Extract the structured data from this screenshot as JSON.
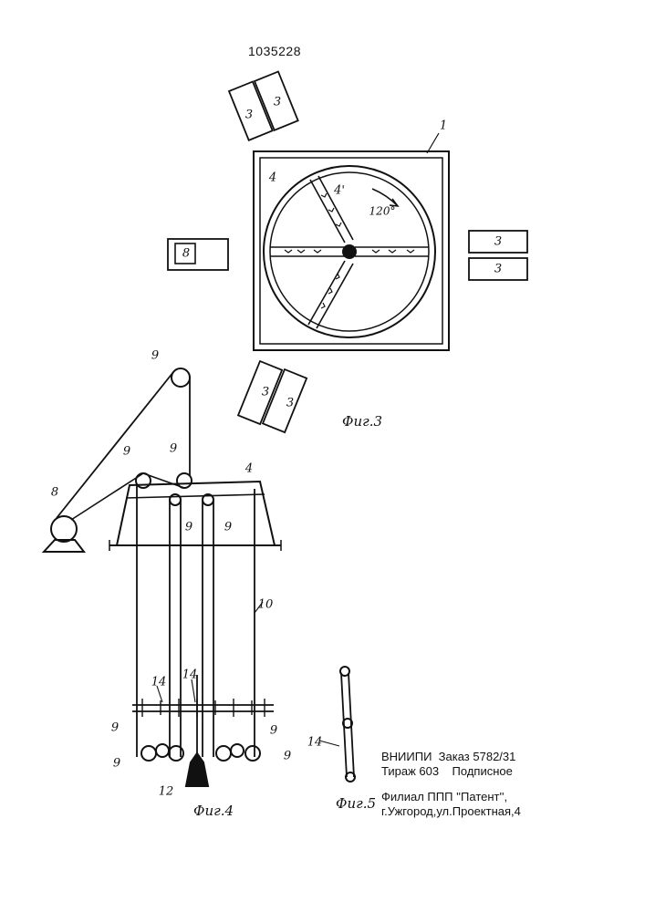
{
  "document": {
    "patent_number": "1035228",
    "figures": [
      {
        "caption": "Фиг.3"
      },
      {
        "caption": "Фиг.4"
      },
      {
        "caption": "Фиг.5"
      }
    ],
    "labels": {
      "drum": "1",
      "station": "3",
      "sector": "4",
      "sector_prime": "4'",
      "angle": "120°",
      "drive": "8",
      "pulley": "9",
      "cable": "10",
      "item": "12",
      "link": "14"
    },
    "imprint": {
      "line1_org": "ВНИИПИ",
      "line1_order": "Заказ 5782/31",
      "line2_run": "Тираж 603",
      "line2_type": "Подписное",
      "line3": "Филиал ППП ''Патент'',",
      "line4": "г.Ужгород,ул.Проектная,4"
    }
  }
}
